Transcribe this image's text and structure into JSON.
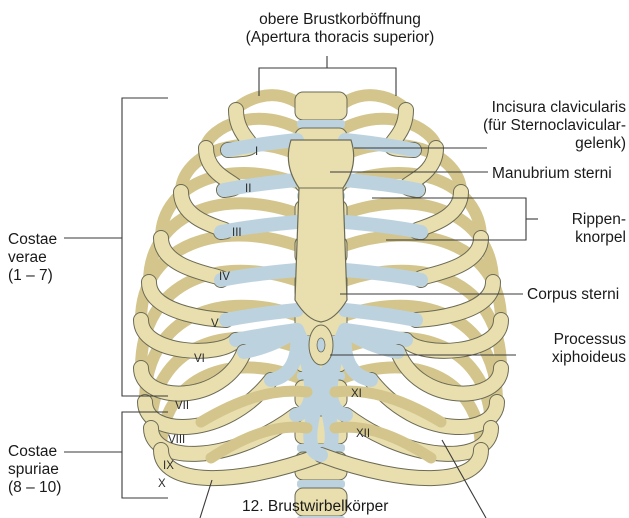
{
  "labels": {
    "top_line1": "obere Brustkorböffnung",
    "top_line2": "(Apertura thoracis superior)",
    "incisura_1": "Incisura clavicularis",
    "incisura_2": "(für Sternoclavicular-",
    "incisura_3": "gelenk)",
    "manubrium": "Manubrium sterni",
    "rippen_1": "Rippen-",
    "rippen_2": "knorpel",
    "corpus": "Corpus sterni",
    "processus_1": "Processus",
    "processus_2": "xiphoideus",
    "verae_1": "Costae",
    "verae_2": "verae",
    "verae_3": "(1 – 7)",
    "spuriae_1": "Costae",
    "spuriae_2": "spuriae",
    "spuriae_3": "(8 – 10)",
    "bottom": "12. Brustwirbelkörper"
  },
  "rib_numbers": [
    "I",
    "II",
    "III",
    "IV",
    "V",
    "VI",
    "VII",
    "VIII",
    "IX",
    "X",
    "XI",
    "XII"
  ],
  "colors": {
    "bone": "#e9dfae",
    "bone_shade": "#d3c58c",
    "cartilage": "#bcd3df",
    "outline": "#6b6a55",
    "line": "#3a3a3a"
  }
}
